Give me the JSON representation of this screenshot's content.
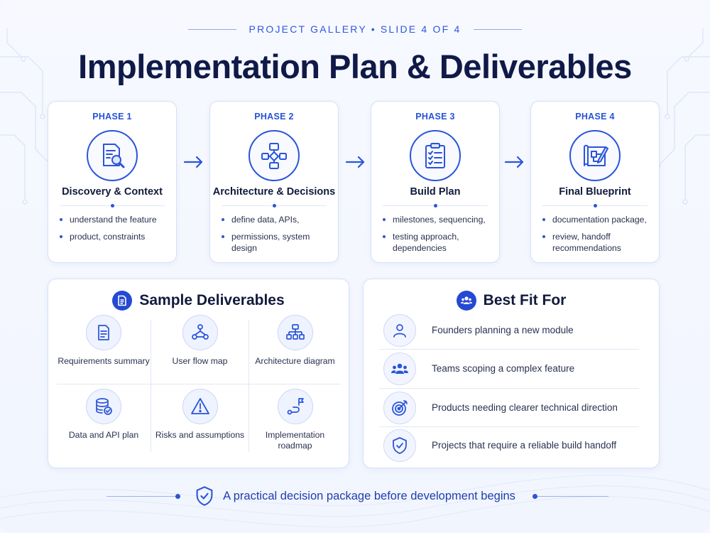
{
  "header": {
    "eyebrow": "PROJECT GALLERY • SLIDE 4 OF 4",
    "title": "Implementation Plan & Deliverables"
  },
  "phases": [
    {
      "label": "PHASE 1",
      "name": "Discovery & Context",
      "icon": "document-search-icon",
      "bullets": [
        "understand the feature",
        "product, constraints"
      ]
    },
    {
      "label": "PHASE 2",
      "name": "Architecture & Decisions",
      "icon": "flowchart-icon",
      "bullets": [
        "define data, APIs,",
        "permissions, system design"
      ]
    },
    {
      "label": "PHASE 3",
      "name": "Build Plan",
      "icon": "checklist-clipboard-icon",
      "bullets": [
        "milestones, sequencing,",
        "testing approach, dependencies"
      ]
    },
    {
      "label": "PHASE 4",
      "name": "Final Blueprint",
      "icon": "blueprint-pencil-icon",
      "bullets": [
        "documentation package,",
        "review, handoff recommendations"
      ]
    }
  ],
  "deliverables": {
    "title": "Sample Deliverables",
    "icon": "document-icon",
    "items": [
      {
        "label": "Requirements summary",
        "icon": "document-lines-icon"
      },
      {
        "label": "User flow map",
        "icon": "user-flow-icon"
      },
      {
        "label": "Architecture diagram",
        "icon": "hierarchy-icon"
      },
      {
        "label": "Data and API plan",
        "icon": "database-check-icon"
      },
      {
        "label": "Risks and assumptions",
        "icon": "warning-triangle-icon"
      },
      {
        "label": "Implementation roadmap",
        "icon": "roadmap-flag-icon"
      }
    ]
  },
  "best_fit": {
    "title": "Best Fit For",
    "icon": "group-icon",
    "items": [
      {
        "text": "Founders planning a new module",
        "icon": "person-icon"
      },
      {
        "text": "Teams scoping a complex feature",
        "icon": "team-icon"
      },
      {
        "text": "Products needing clearer technical direction",
        "icon": "target-icon"
      },
      {
        "text": "Projects that require a reliable build handoff",
        "icon": "shield-check-icon"
      }
    ]
  },
  "footer": {
    "text": "A practical decision package before development begins",
    "icon": "shield-check-icon"
  },
  "colors": {
    "accent": "#2a55d9",
    "title": "#101a48",
    "background": "#f5f8ff"
  }
}
